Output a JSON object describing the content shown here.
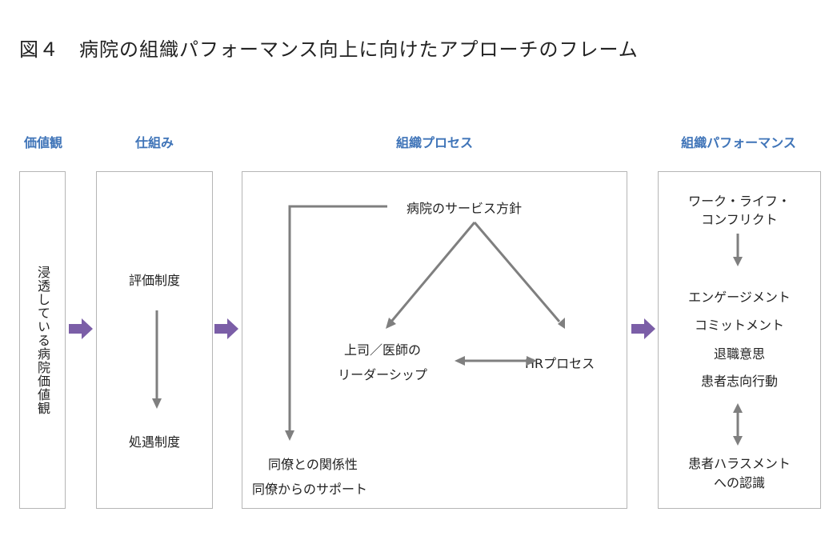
{
  "title": "図４　病院の組織パフォーマンス向上に向けたアプローチのフレーム",
  "columns": {
    "values": "価値観",
    "systems": "仕組み",
    "process": "組織プロセス",
    "performance": "組織パフォーマンス"
  },
  "values_box": {
    "text": "浸透している病院価値観"
  },
  "systems_box": {
    "top": "評価制度",
    "bottom": "処遇制度"
  },
  "process_box": {
    "policy": "病院のサービス方針",
    "leadership_line1": "上司／医師の",
    "leadership_line2": "リーダーシップ",
    "hr": "HRプロセス",
    "colleague_line1": "同僚との関係性",
    "colleague_line2": "同僚からのサポート"
  },
  "performance_box": {
    "conflict_line1": "ワーク・ライフ・",
    "conflict_line2": "コンフリクト",
    "engagement": "エンゲージメント",
    "commitment": "コミットメント",
    "turnover": "退職意思",
    "patient_behavior": "患者志向行動",
    "harassment_line1": "患者ハラスメント",
    "harassment_line2": "への認識"
  },
  "colors": {
    "header": "#3f74b8",
    "flow_arrow": "#7b5ea7",
    "line": "#7f7f7f",
    "border": "#b5b5b5"
  }
}
